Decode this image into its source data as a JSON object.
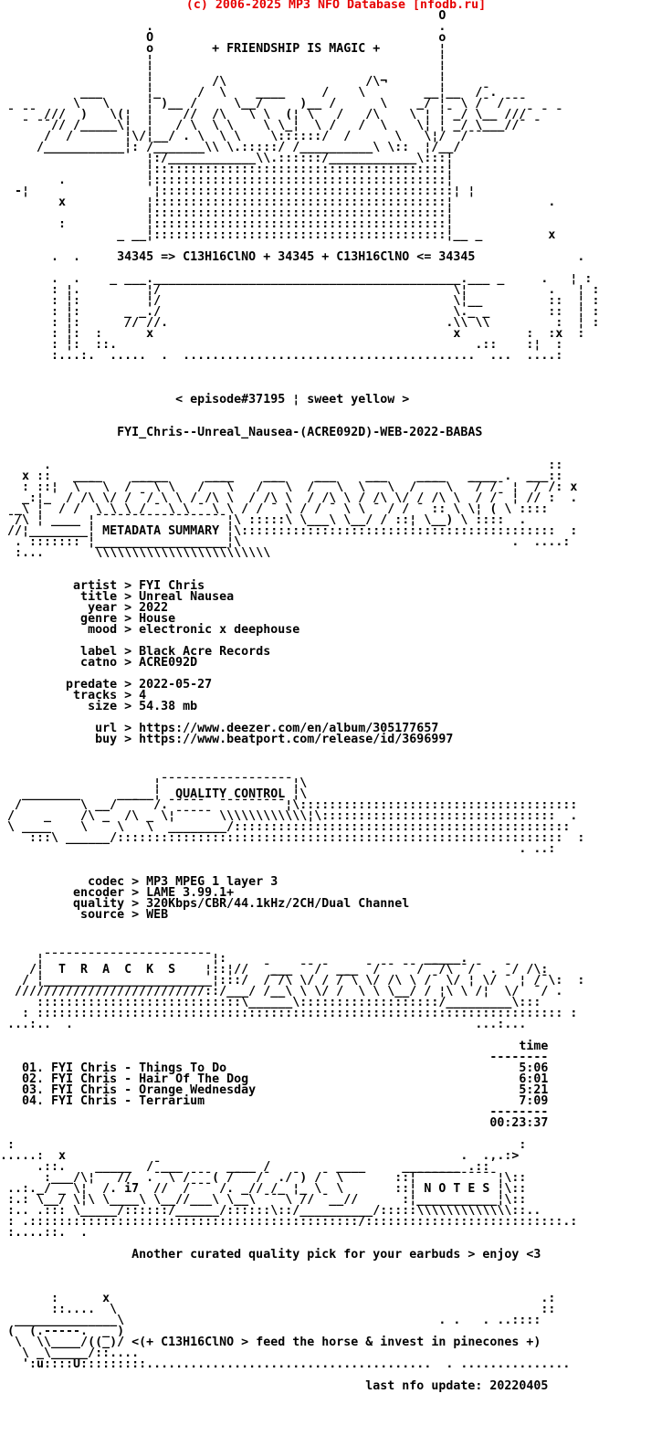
{
  "page": {
    "background": "#ffffff",
    "text_color": "#000000",
    "header_color": "#e60000"
  },
  "header": {
    "copyright": "(c) 2006-2025 MP3 NFO Database [nfodb.ru]"
  },
  "release": {
    "episode": "< episode#37195 ¦ sweet yellow >",
    "dirname": "FYI_Chris--Unreal_Nausea-(ACRE092D)-WEB-2022-BABAS",
    "equation_row": "       .  .     34345 => C13H16ClNO + 34345 + C13H16ClNO <= 34345              ."
  },
  "metadata": {
    "groups": [
      [
        {
          "key": "artist",
          "value": "FYI Chris"
        },
        {
          "key": "title",
          "value": "Unreal Nausea"
        },
        {
          "key": "year",
          "value": "2022"
        },
        {
          "key": "genre",
          "value": "House"
        },
        {
          "key": "mood",
          "value": "electronic x deephouse"
        }
      ],
      [
        {
          "key": "label",
          "value": "Black Acre Records"
        },
        {
          "key": "catno",
          "value": "ACRE092D"
        }
      ],
      [
        {
          "key": "predate",
          "value": "2022-05-27"
        },
        {
          "key": "tracks",
          "value": "4"
        },
        {
          "key": "size",
          "value": "54.38 mb"
        }
      ],
      [
        {
          "key": "url",
          "value": "https://www.deezer.com/en/album/305177657"
        },
        {
          "key": "buy",
          "value": "https://www.beatport.com/release/id/3696997"
        }
      ]
    ]
  },
  "quality": {
    "groups": [
      [
        {
          "key": "codec",
          "value": "MP3 MPEG 1 layer 3"
        },
        {
          "key": "encoder",
          "value": "LAME 3.99.1+"
        },
        {
          "key": "quality",
          "value": "320Kbps/CBR/44.1kHz/2CH/Dual Channel"
        },
        {
          "key": "source",
          "value": "WEB"
        }
      ]
    ]
  },
  "tracks": {
    "time_header": "time",
    "items": [
      {
        "num": "01",
        "artist": "FYI Chris",
        "title": "Things To Do",
        "time": "5:06"
      },
      {
        "num": "02",
        "artist": "FYI Chris",
        "title": "Hair Of The Dog",
        "time": "6:01"
      },
      {
        "num": "03",
        "artist": "FYI Chris",
        "title": "Orange Wednesday",
        "time": "5:21"
      },
      {
        "num": "04",
        "artist": "FYI Chris",
        "title": "Terrarium",
        "time": "7:09"
      }
    ],
    "total": "00:23:37"
  },
  "notes": {
    "message": "Another curated quality pick for your earbuds > enjoy <3"
  },
  "footer": {
    "horse_caption": "<(+ C13H16ClNO > feed the horse & invest in pinecones +)",
    "last_update": "last nfo update: 20220405"
  },
  "art": {
    "top": [
      "                                                            O",
      "                    .                                       .",
      "                    O                                       o",
      "                    o        + FRIENDSHIP IS MAGIC +        ¦",
      "                    ¦                                       ¦",
      "                    ¦                                       ¦",
      "                    ¦        /\\                   /\\¬       ¦",
      "           ___      ¦_     /  \\    ____     /    \\        __¦__  /¯.",
      "          \\   \\     ¦ )__ /     \\__/     )__ /      \\    _/ ¦  \\ /¯ /¯¯¯",
      " ¯ ¯¯ ///  )   \\(¦  ¦    //  /\\   \\ \\  (¦ \\   /   /\\    \\ ¦ ¦¯_/ \\__ ///¯ ¯ ¯",
      "   ¯ ¯¯// /_____\\¦  ¦   / \\  \\ \\    \\ \\_¦  \\ /   /  \\    \\¦ ¦ _/ \\___//¯ ¯",
      "      /  /       ¦\\/¦__/ . \\  \\ \\    \\::::::/  /      \\   \\¦/  /¯¯",
      "     /___________¦: /_______\\\\ \\.:::::/ /__________\\ \\::  ¦/__/",
      "                    ¦:/____________\\\\.::::::/____________\\:::¦",
      "                    ¦::::::::::::::::::::::::::::::::::::::::¦",
      "        .           ¦::::::::::::::::::::::::::::::::::::::::¦",
      "  -¦                 ¦::::::::::::::::::::::::::::::::::::::::¦ ¦",
      "        x           ¦::::::::::::::::::::::::::::::::::::::::¦             .",
      "                    ¦::::::::::::::::::::::::::::::::::::::::¦",
      "        :           ¦::::::::::::::::::::::::::::::::::::::::¦",
      "                _ __¦::::::::::::::::::::::::::::::::::::::::¦__ _         x"
    ],
    "gate": [
      "",
      "       .  .    _ ___.__________________________________________.___ _     .   ¦ :",
      "       : ¦.        ¯¦/                                        \\¦           .   ¦ :",
      "       : ¦:         ¦/                                        \\¦__         ::  ¦ :",
      "       : ¦:      _ _./                                        \\._ _        ::  ¦ :",
      "       : ¦:      // //.                                      .\\\\ \\\\         :  ¦ :",
      "       : ¦:  :      x                                         x         :  :x  :",
      "       : ¦:  ::.                                                 .::    :¦  :",
      "       :...:.  .....  .  ........................................  ...  ....:"
    ],
    "metadata_banner": [
      "      .                                                                    ::",
      "   x ::   ____    _____     ____    ___    ___    ___    ____   ____ .  ___::",
      "   : ::¦  \\ ¯ \\  / ¯¯\\ \\   / ¯¯\\   / ¯ \\  /¯  \\  \\ ¯ \\  / ¯¯ \\  ¯/ /¯ ¦ ¯/ /: x",
      "   _:¦_  / /\\ \\/ / ¯/ \\ \\ / /\\ \\  / /\\ \\  / /\\ \\ / /\\ \\/ / /\\ \\  / /¯ ¦ // :  .",
      "  _\\ ¦  / /  \\ \\ \\ / ¯ \\ \\ ¯ \\ \\ / / ¯ \\ / / ¯ \\ \\ ¯ / / ¯ :: \\ \\¦ ( \\ ::::",
      " ¯/\\ ¦ ____ ¦¯¯¯¯¯¯¯¯¯¯¯¯¯¯¯¯¯¯¦\\ :::::\\ \\___\\ \\__/ / ::¦ \\__) \\ ::::  .",
      " //¦________¦ METADATA SUMMARY ¦\\:::::::::::::::::::::::::::::::::::::::::::  :",
      "  . ::::::: ¦__________________¦\\                                     .  ....:",
      "  :...       \\\\\\\\\\\\\\\\\\\\\\\\\\\\\\\\\\\\\\\\\\\\\\\\"
    ],
    "quality_banner": [
      "                     ¦¯¯¯¯¯¯¯¯¯¯¯¯¯¯¯¯¯¯¦\\",
      "   ________     _____¦  QUALITY CONTROL ¦\\",
      "  /        \\ __/  ¯  /.¯¯¯¯¯  ¯¯¯¯¯¯¯¯¯¦\\::::::::::::::::::::::::::::::::::::::",
      " /    _    /\\ _  /\\ _ \\¦¯¯¯¯¯ \\\\\\\\\\\\\\\\\\\\\\\\¦\\::::::::::::::::::::::::::::::::  .",
      " \\ ____    \\    \\   \\  ________/::::::::::::::::::::::::::::::::::::::::::::::",
      "    :::\\ ______/:::::::::::::::::::::::::::::::::::::::::::::::::::::::::::::  :",
      "                                                                       . ..:"
    ],
    "tracks_banner": [
      "     ¦¯¯¯¯¯¯¯¯¯¯¯¯¯¯¯¯¯¯¯¯¯¯¯¦:                           _____.",
      "    /¦  T  R  A  C  K  S    ¦::¦//  ¯___ ¯¯/¯ ___ ¯/¯¯ ¯¯/ ¯/\\ ¯/¯ . ¯/ /\\:",
      "   / ¦_______________________¦:::/  /¯/\\ \\/ / /¯\\ \\/ /\\ \\ /¯ \\/ ¦ \\/ ¯ ¦ /¯\\:  :",
      "  //////////////////////////::/___/ /__\\ \\ \\/ /  \\ \\ \\__/ / ¦\\ \\ /¦  \\/  ¯/ .",
      "     ::::::::::::::::::::::::::::\\______\\:::::::::::::::::::/_________\\:::",
      "   : :::::::::::::::::::::::::::::::::::::::::::::::::::::::::::::::::::::::: :",
      " ...:..  .                                                       ...:..."
    ],
    "notes_banner": [
      " :                                                                     :",
      ".....:  x                                                      .  .,.:>",
      "     .::.    _____  /¯___      ____ /         ____     ________ .::",
      "      :___/\\¦   //  .¯ \\ /¯¯¯( /¯  /¯ ./¯) /¯ \\       ::¦¯¯¯¯¯¯¯¯¯¯¯¦\\::",
      " ..:._/ _ \\¦  /. i7  //  /¯¯¯ /. _// /_ ¦_ \\  \\       ::¦ N O T E S ¦\\::",
      " :.: \\__/ \\¦\\ \\____\\ \\__//___\\ \\__\\ ¯¯ \\ // ¯__//      :¦___________¦\\::",
      " :.. .::: \\_____/::::::/______/::::::\\::/__________/:::::\\\\\\\\\\\\\\\\\\\\\\\\\\::..",
      " : .:::::::::::::::::::::::::::::::::::::::::::::/:::::::::::::::::::::::::::.:",
      " :....::.  ."
    ],
    "horse": [
      "       :      x                                                           .:",
      "       ::....  \\                                                          ::",
      "  ______________\\                                           . .   . ..::::",
      " (  (.-----.  _ )",
      "  \\  \\\\____/((_)/ <(+ C13H16ClNO > feed the horse & invest in pinecones +)",
      "   \\ _\\_____/::....",
      "   ':u::::U:::::::::.......................................  . ..............."
    ]
  }
}
